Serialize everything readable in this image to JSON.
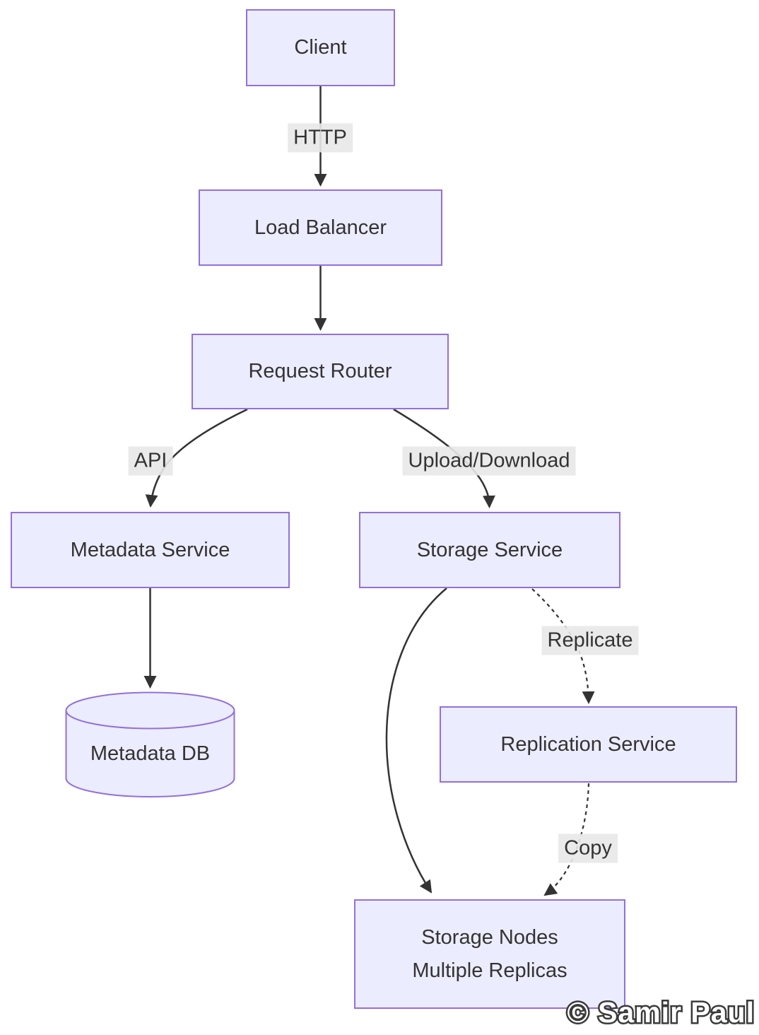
{
  "nodes": {
    "client": {
      "label": "Client",
      "shape": "rect"
    },
    "load_balancer": {
      "label": "Load Balancer",
      "shape": "rect"
    },
    "request_router": {
      "label": "Request Router",
      "shape": "rect"
    },
    "metadata_service": {
      "label": "Metadata Service",
      "shape": "rect"
    },
    "storage_service": {
      "label": "Storage Service",
      "shape": "rect"
    },
    "metadata_db": {
      "label": "Metadata DB",
      "shape": "cylinder"
    },
    "replication_service": {
      "label": "Replication Service",
      "shape": "rect"
    },
    "storage_nodes": {
      "lines": [
        "Storage Nodes",
        "Multiple Replicas"
      ],
      "shape": "rect"
    }
  },
  "edges": {
    "http": {
      "from": "client",
      "to": "load_balancer",
      "label": "HTTP",
      "style": "solid"
    },
    "lb_to_router": {
      "from": "load_balancer",
      "to": "request_router",
      "label": "",
      "style": "solid"
    },
    "api": {
      "from": "request_router",
      "to": "metadata_service",
      "label": "API",
      "style": "solid"
    },
    "upload_download": {
      "from": "request_router",
      "to": "storage_service",
      "label": "Upload/Download",
      "style": "solid"
    },
    "metadata_to_db": {
      "from": "metadata_service",
      "to": "metadata_db",
      "label": "",
      "style": "solid"
    },
    "storage_to_nodes": {
      "from": "storage_service",
      "to": "storage_nodes",
      "label": "",
      "style": "solid"
    },
    "replicate": {
      "from": "storage_service",
      "to": "replication_service",
      "label": "Replicate",
      "style": "dotted"
    },
    "copy": {
      "from": "replication_service",
      "to": "storage_nodes",
      "label": "Copy",
      "style": "dotted"
    }
  },
  "watermark": {
    "text": "© Samir Paul"
  },
  "colors": {
    "node_fill": "#ECECFF",
    "node_border": "#9370DB",
    "edge_stroke": "#333333",
    "text": "#333333",
    "edge_label_bg": "#e8e8e8",
    "background": "#ffffff"
  }
}
